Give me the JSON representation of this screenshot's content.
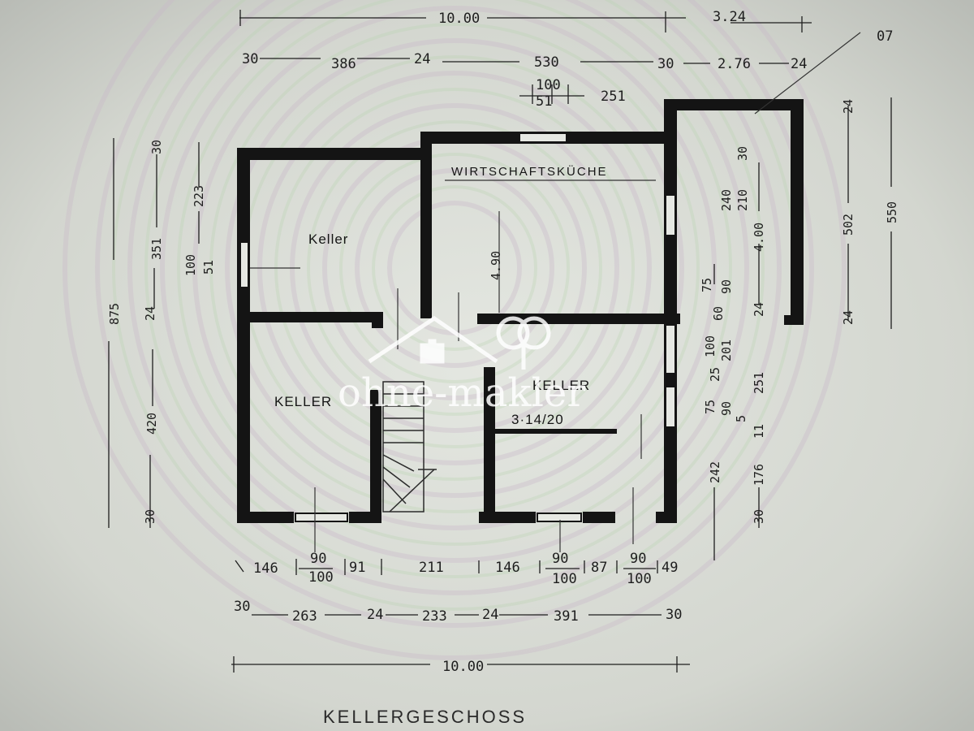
{
  "plan": {
    "title": "KELLERGESCHOSS",
    "rooms": {
      "keller_top": "Keller",
      "keller_left": "KELLER",
      "keller_right": "KELLER",
      "keller_right_area": "3·14/20",
      "kitchen": "WIRTSCHAFTSKÜCHE"
    },
    "watermark": "ohne-makler",
    "dims_top": {
      "overall": "10.00",
      "overall_annex": "3.24",
      "seg": [
        "30",
        "386",
        "24",
        "530",
        "30",
        "2.76",
        "24",
        "07"
      ],
      "window": [
        "100",
        "51",
        "251"
      ]
    },
    "dims_bottom": {
      "row1": [
        "146",
        "90",
        "100",
        "91",
        "211",
        "146",
        "90",
        "100",
        "87",
        "90",
        "100",
        "49"
      ],
      "row2": [
        "30",
        "263",
        "24",
        "233",
        "24",
        "391",
        "30"
      ],
      "overall": "10.00"
    },
    "dims_left": {
      "overall": "875",
      "seg": [
        "30",
        "223",
        "351",
        "100",
        "51",
        "24",
        "420",
        "30"
      ]
    },
    "dims_right": {
      "annex": [
        "502",
        "550",
        "24",
        "24"
      ],
      "inner": [
        "240",
        "210",
        "30",
        "4.00",
        "24",
        "75",
        "90",
        "60",
        "100",
        "201",
        "25",
        "75",
        "90",
        "5",
        "251",
        "11",
        "242",
        "176",
        "30"
      ]
    },
    "kitchen_height": "4.90"
  }
}
